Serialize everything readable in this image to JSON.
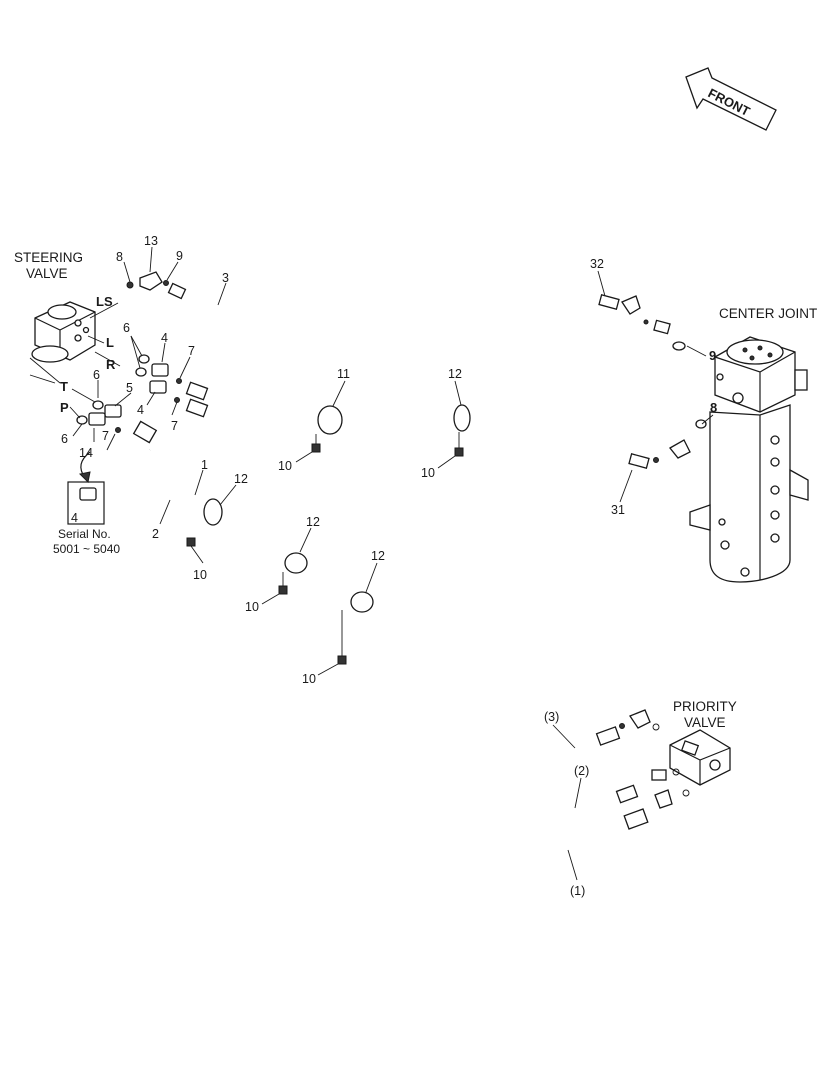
{
  "diagram": {
    "captions": {
      "front": "FRONT",
      "steering_valve_1": "STEERING",
      "steering_valve_2": "VALVE",
      "center_joint": "CENTER JOINT",
      "priority_valve_1": "PRIORITY",
      "priority_valve_2": "VALVE",
      "serial_1": "Serial No.",
      "serial_2": "5001 ~ 5040"
    },
    "ports": {
      "ls": "LS",
      "l": "L",
      "r": "R",
      "t": "T",
      "p": "P",
      "cj_9": "9",
      "cj_8": "8"
    },
    "callouts": {
      "c13": "13",
      "c8": "8",
      "c9": "9",
      "c3": "3",
      "c6a": "6",
      "c6b": "6",
      "c6c": "6",
      "c4a": "4",
      "c4b": "4",
      "c4c": "4",
      "c5": "5",
      "c7a": "7",
      "c7b": "7",
      "c7c": "7",
      "c14": "14",
      "c1": "1",
      "c2": "2",
      "c11": "11",
      "c12a": "12",
      "c12b": "12",
      "c12c": "12",
      "c12d": "12",
      "c10a": "10",
      "c10b": "10",
      "c10c": "10",
      "c10d": "10",
      "c10e": "10",
      "c32": "32",
      "c31": "31",
      "h3": "(3)",
      "h2": "(2)",
      "h1": "(1)"
    }
  }
}
